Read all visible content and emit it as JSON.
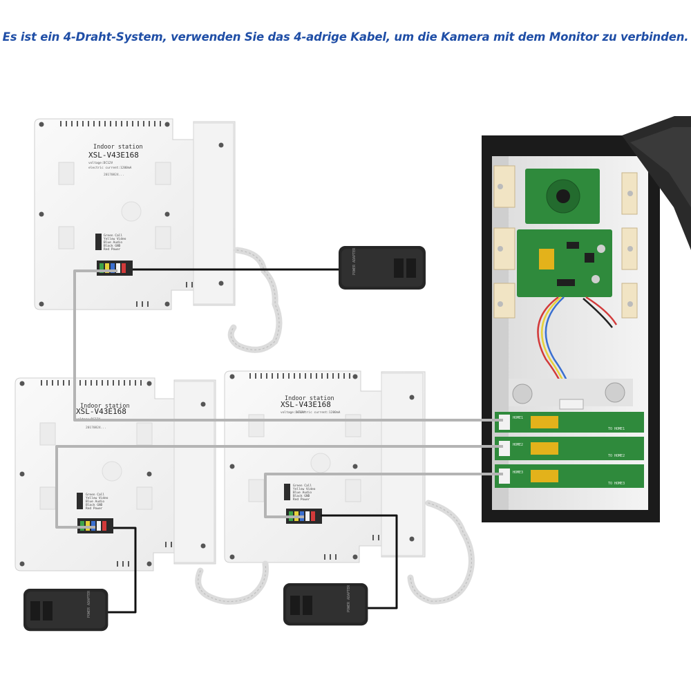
{
  "headline": "Es ist ein 4-Draht-System, verwenden Sie das 4-adrige Kabel, um die Kamera mit dem Monitor zu verbinden.",
  "monitors": [
    {
      "title": "Indoor station",
      "model": "XSL-V43E168",
      "voltage": "voltage:DC12V",
      "current": "electric current:1200mA",
      "serial": "20170824...",
      "terminal_labels": [
        "Green Call",
        "Yellow Video",
        "Blue Audio",
        "Black GND",
        "Red Power"
      ]
    },
    {
      "title": "Indoor station",
      "model": "XSL-V43E168",
      "voltage": "voltage:DC12V",
      "current": "",
      "serial": "20170824...",
      "terminal_labels": [
        "Green Call",
        "Yellow Video",
        "Blue Audio",
        "Black GND",
        "Red Power"
      ]
    },
    {
      "title": "Indoor station",
      "model": "XSL-V43E168",
      "voltage": "voltage:DC12V",
      "current": "electric current:1200mA",
      "serial": "",
      "terminal_labels": [
        "Green Call",
        "Yellow Video",
        "Blue Audio",
        "Black GND",
        "Red Power"
      ]
    }
  ],
  "adapter_label": "POWER ADAPTER",
  "board_labels": [
    "HOME1",
    "HOME2",
    "HOME3",
    "TO HOME1",
    "TO HOME2",
    "TO HOME3"
  ],
  "colors": {
    "headline": "#1f4ea6",
    "wire_gray": "#b4b4b4",
    "wire_black": "#111111",
    "pcb_green": "#2f8a3c",
    "relay_yellow": "#e3b21b",
    "housing_dark": "#1b1b1b"
  }
}
